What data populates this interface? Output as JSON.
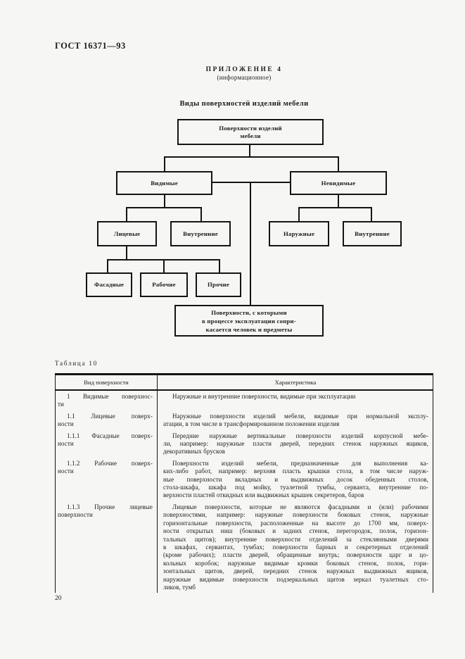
{
  "page": {
    "gost_number": "ГОСТ 16371—93",
    "annex_title": "ПРИЛОЖЕНИЕ 4",
    "annex_subtitle": "(информационное)",
    "page_number": "20"
  },
  "diagram": {
    "title": "Виды поверхностей изделий мебели",
    "boxes": {
      "root": "Поверхности изделий\nмебели",
      "visible": "Видимые",
      "invisible": "Невидимые",
      "face": "Лицевые",
      "inner_visible": "Внутренние",
      "outer_invisible": "Наружные",
      "inner_invisible": "Внутренние",
      "facade": "Фасадные",
      "working": "Рабочие",
      "other": "Прочие",
      "contact": "Поверхности, с которыми\nв процессе эксплуатации сопри-\nкасается человек и предметы"
    }
  },
  "table": {
    "label": "Таблица 10",
    "columns": [
      "Вид поверхности",
      "Характеристика"
    ],
    "rows": [
      {
        "term": [
          "1 Видимые поверхнос-",
          "ти"
        ],
        "desc": [
          "Наружные и внутренние поверхности, видимые при эксплуатации"
        ]
      },
      {
        "term": [
          "1.1 Лицевые поверх-",
          "ности"
        ],
        "desc": [
          "Наружные поверхности изделий мебели, видимые при нормальной эксплу-",
          "атации, в том числе в трансформированном положении изделия"
        ]
      },
      {
        "term": [
          "1.1.1 Фасадные поверх-",
          "ности"
        ],
        "desc": [
          "Передние наружные вертикальные поверхности изделий корпусной мебе-",
          "ли, например: наружные пласти дверей, передних стенок наружных ящиков,",
          "декоративных брусков"
        ]
      },
      {
        "term": [
          "1.1.2 Рабочие поверх-",
          "ности"
        ],
        "desc": [
          "Поверхности изделий мебели, предназначенные для выполнения ка-",
          "ких-либо работ, например: верхняя пласть крышки стола, в том числе наруж-",
          "ные поверхности вкладных и выдвижных досок обеденных столов,",
          "стола-шкафа, шкафа под мойку, туалетной тумбы, серванта, внутренние по-",
          "верхности пластей откидных или выдвижных крышек секретеров, баров"
        ]
      },
      {
        "term": [
          "1.1.3 Прочие лицевые",
          "поверхности"
        ],
        "desc": [
          "Лицевые поверхности, которые не являются фасадными и (или) рабочими",
          "поверхностями, например: наружные поверхности боковых стенок, наружные",
          "горизонтальные поверхности, расположенные на высоте до 1700 мм, поверх-",
          "ности открытых ниш (боковых и задних стенок, перегородок, полок, горизон-",
          "тальных щитов); внутренние поверхности отделений за стеклянными дверями",
          "в шкафах, сервантах, тумбах; поверхности барных и секретерных отделений",
          "(кроме рабочих); пласти дверей, обращенные внутрь; поверхности царг и цо-",
          "кольных коробок; наружные видимые кромки боковых стенок, полок, гори-",
          "зонтальных щитов, дверей, передних стенок наружных выдвижных ящиков,",
          "наружные видимые поверхности подзеркальных щитов зеркал туалетных сто-",
          "ликов, тумб"
        ]
      }
    ]
  }
}
